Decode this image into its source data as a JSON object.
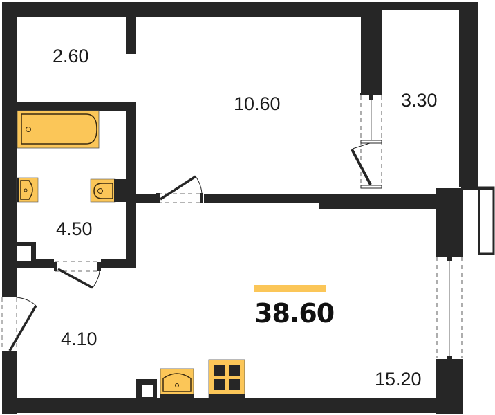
{
  "floor_plan": {
    "total_area": "38.60",
    "rooms": [
      {
        "id": "hallway-top",
        "area": "2.60"
      },
      {
        "id": "room",
        "area": "10.60"
      },
      {
        "id": "loggia",
        "area": "3.30"
      },
      {
        "id": "bathroom",
        "area": "4.50"
      },
      {
        "id": "entrance-hall",
        "area": "4.10"
      },
      {
        "id": "kitchen-living",
        "area": "15.20"
      }
    ],
    "colors": {
      "wall": "#262626",
      "fixture_fill": "#fbc658",
      "accent_bar": "#fbc658",
      "background": "#ffffff"
    },
    "fixtures": [
      "bathtub-icon",
      "sink-icon",
      "toilet-icon",
      "kitchen-sink-icon",
      "stove-icon"
    ]
  }
}
